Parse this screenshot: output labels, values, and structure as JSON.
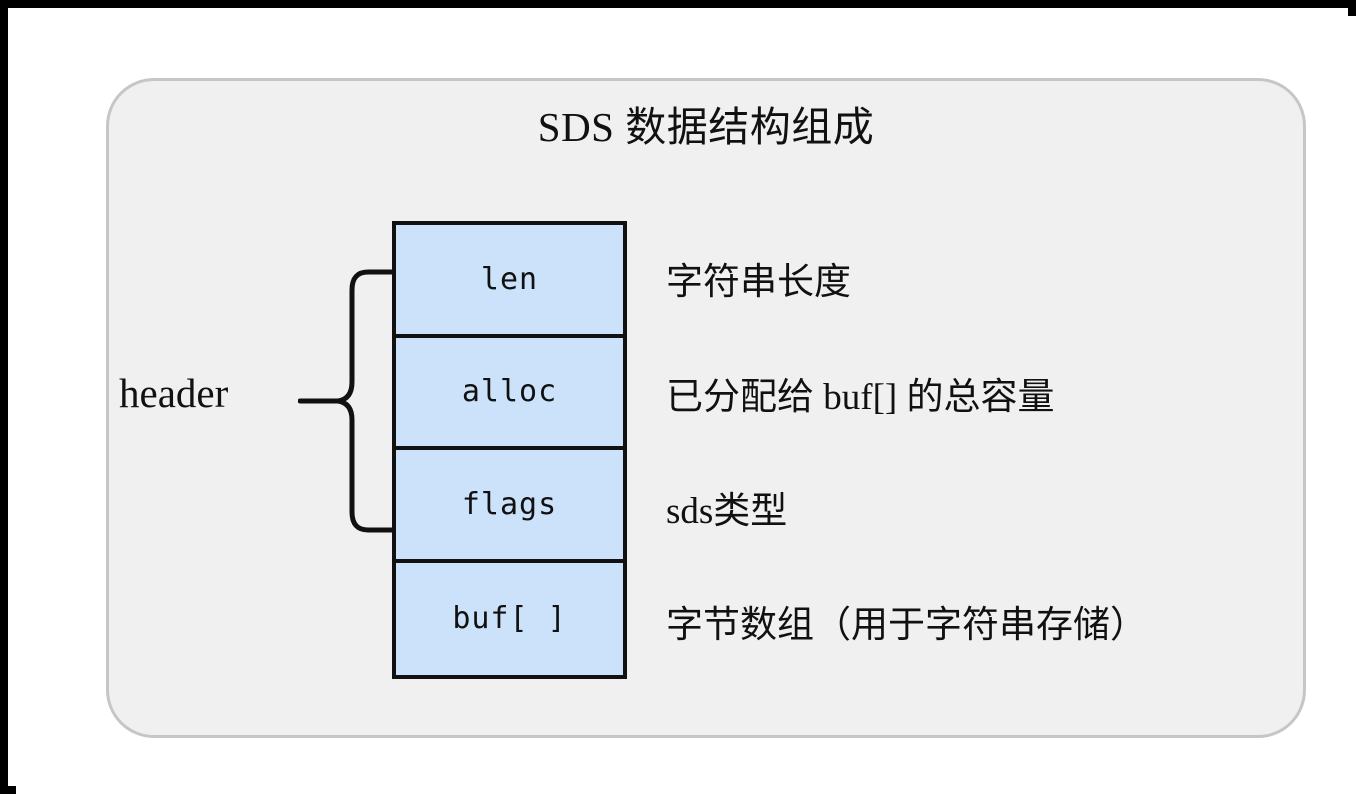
{
  "diagram": {
    "title": "SDS 数据结构组成",
    "group_label": "header",
    "group_covers": [
      "len",
      "alloc",
      "flags"
    ],
    "fields": [
      {
        "name": "len",
        "description": "字符串长度"
      },
      {
        "name": "alloc",
        "description": "已分配给 buf[] 的总容量"
      },
      {
        "name": "flags",
        "description": "sds类型"
      },
      {
        "name": "buf[ ]",
        "description": "字节数组（用于字符串存储）"
      }
    ],
    "colors": {
      "field_fill": "#cbe2fa",
      "field_border": "#111111",
      "panel_fill": "#f0f0f0",
      "panel_border": "#c6c6c6",
      "frame": "#000000",
      "text": "#111111"
    }
  }
}
